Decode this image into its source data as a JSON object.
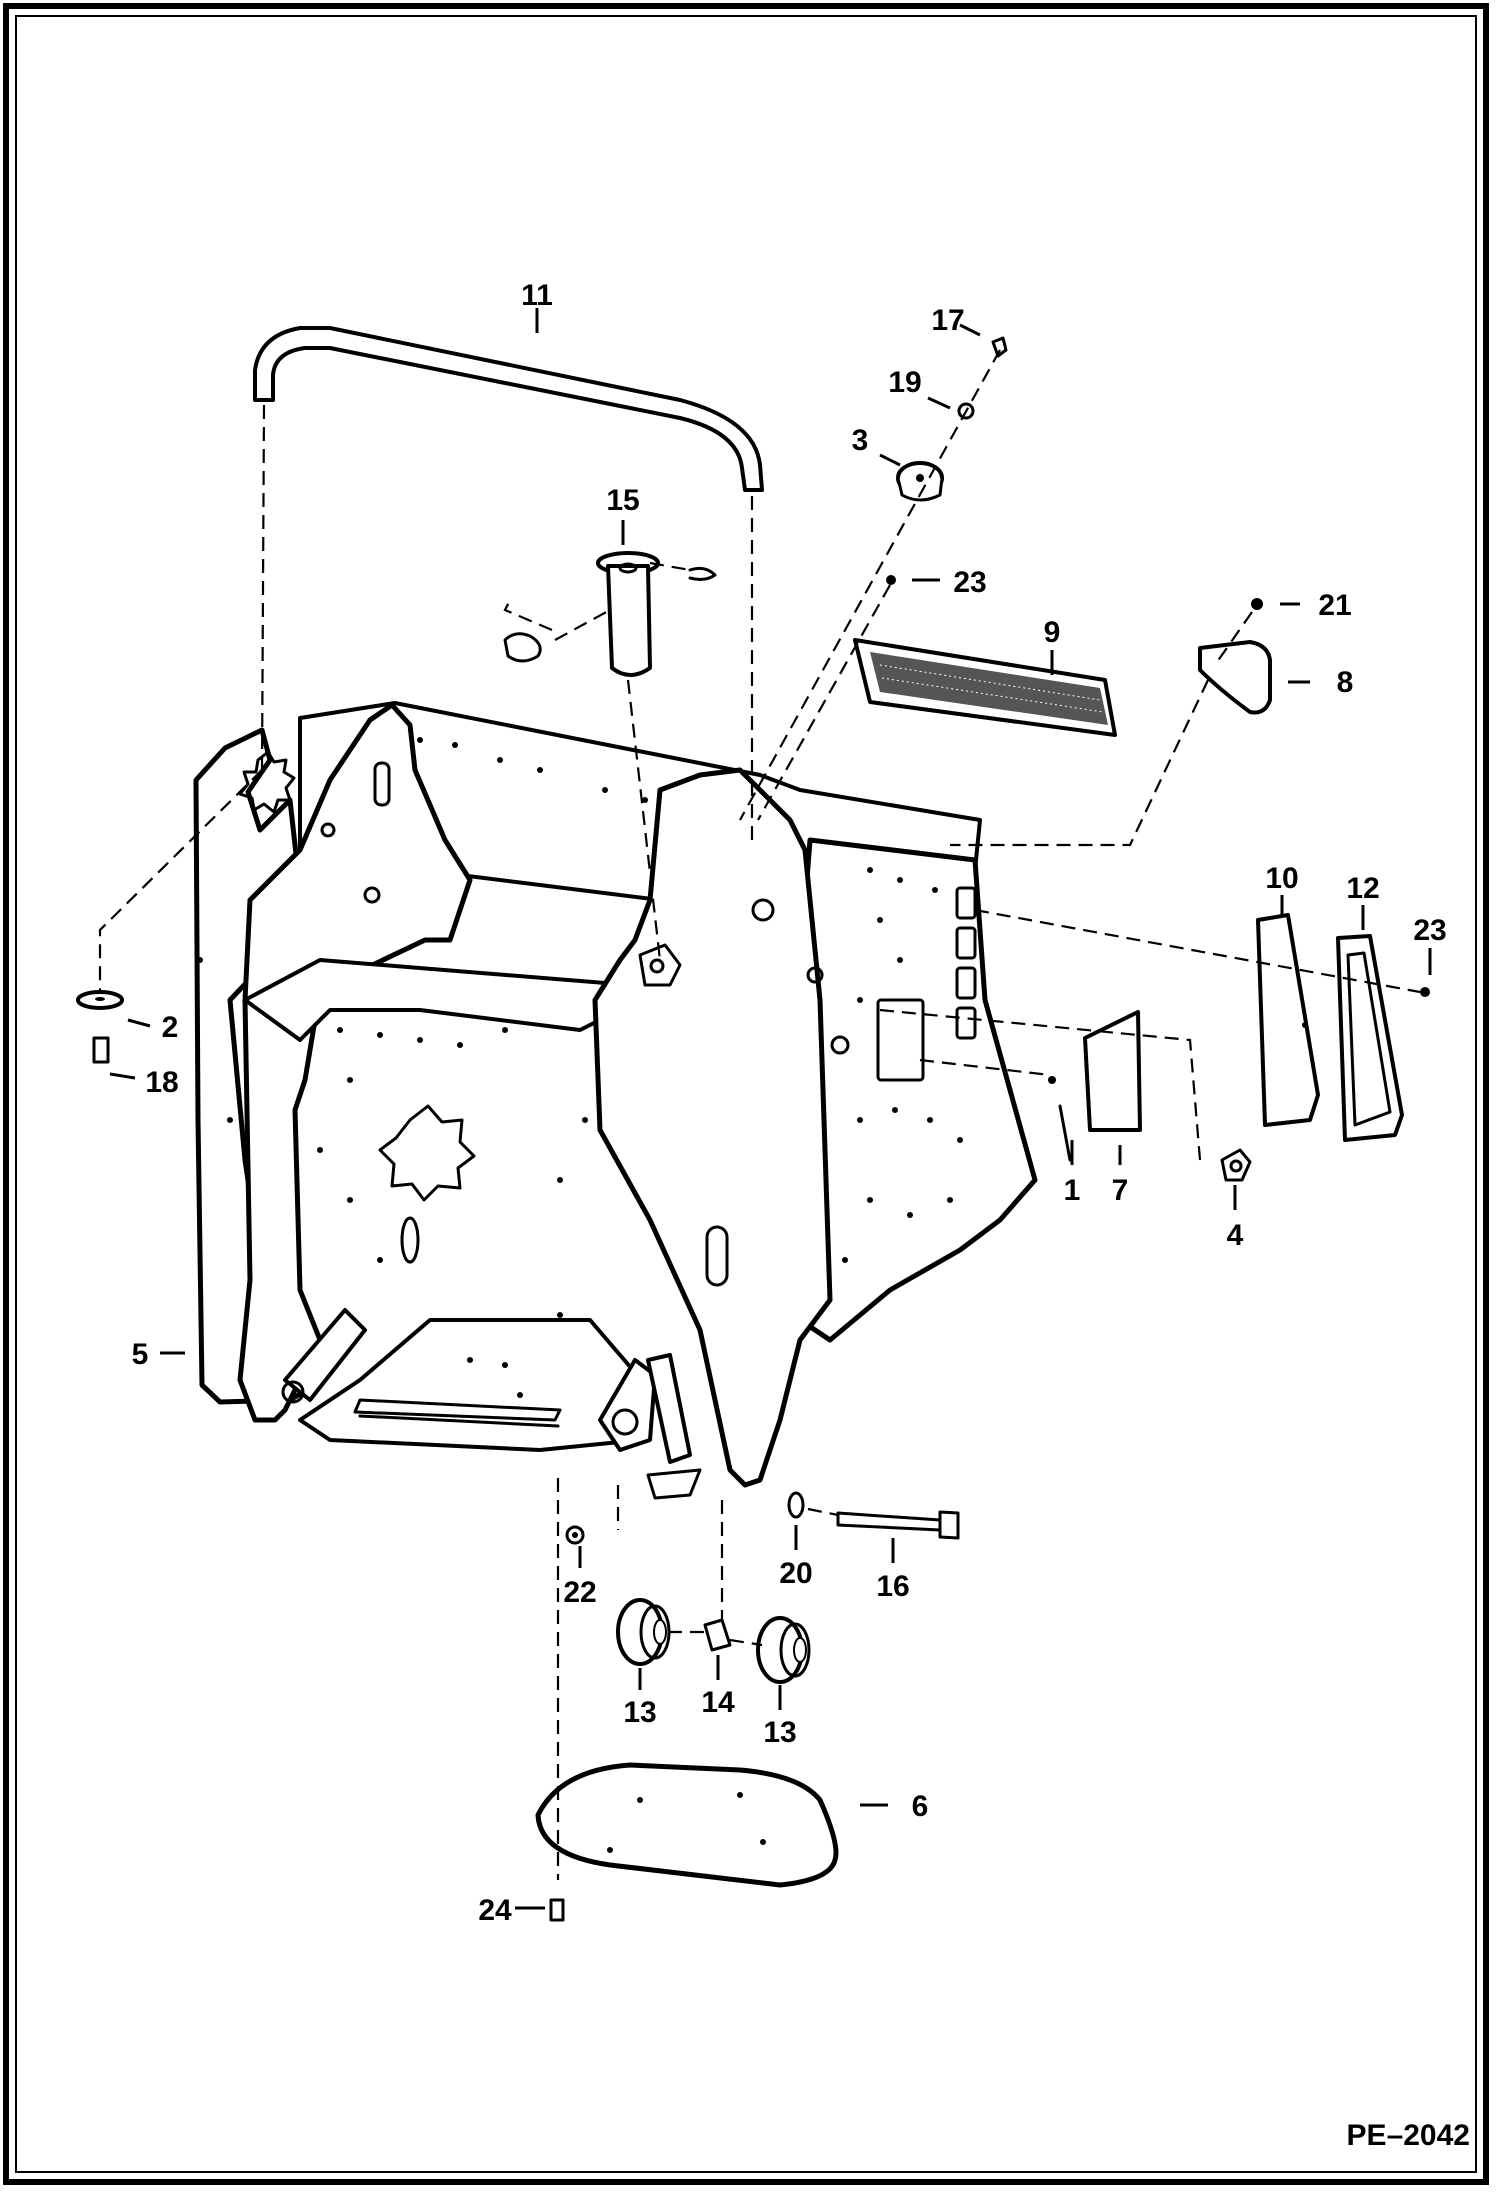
{
  "diagram": {
    "figure_id": "PE–2042",
    "callouts": [
      "11",
      "17",
      "19",
      "3",
      "15",
      "23",
      "9",
      "21",
      "8",
      "10",
      "12",
      "23",
      "2",
      "18",
      "1",
      "7",
      "4",
      "5",
      "20",
      "16",
      "22",
      "13",
      "14",
      "13",
      "6",
      "24"
    ]
  }
}
